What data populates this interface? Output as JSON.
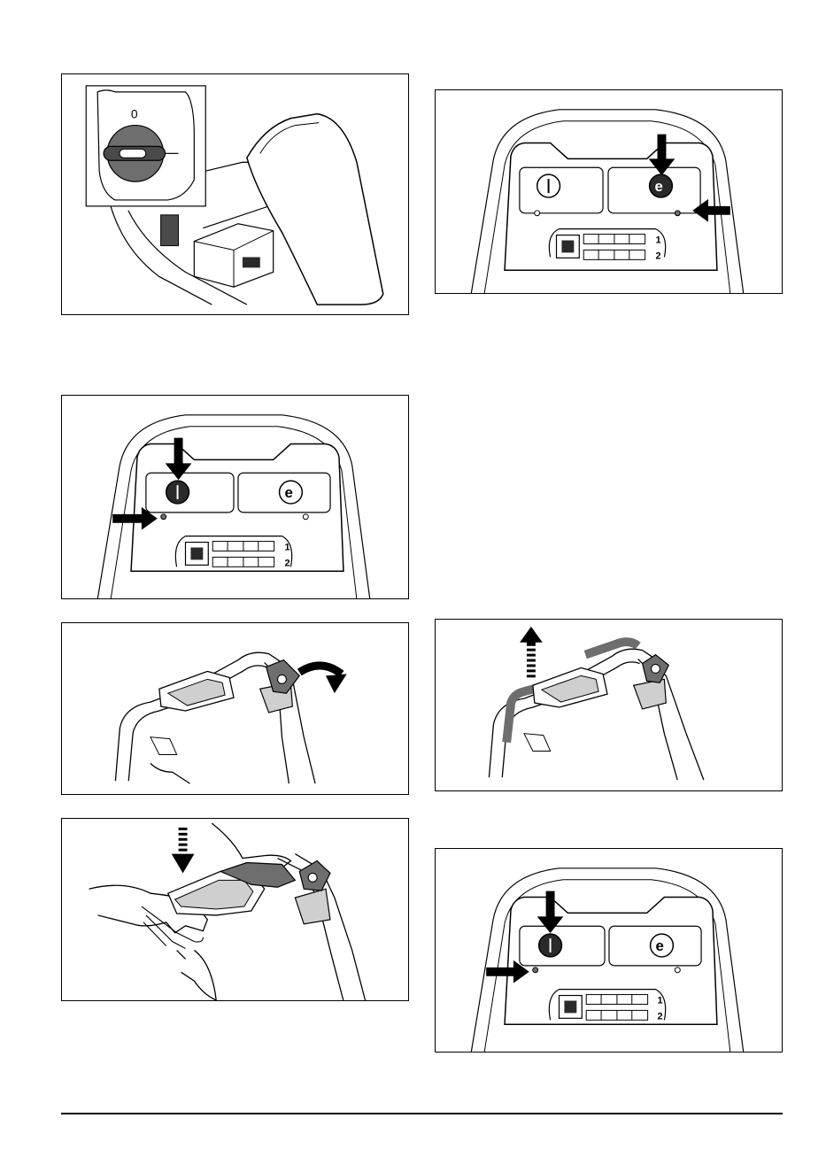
{
  "panel": {
    "key_position": "0",
    "level_1": "1",
    "level_2": "2"
  },
  "colors": {
    "line": "#000000",
    "fill_gray": "#6e6e6e",
    "fill_dark": "#2a2a2a",
    "paper": "#ffffff"
  },
  "icons": [
    "power-button-icon",
    "eco-button-icon",
    "stop-button-icon",
    "battery-level-icon",
    "arrow-icon"
  ]
}
